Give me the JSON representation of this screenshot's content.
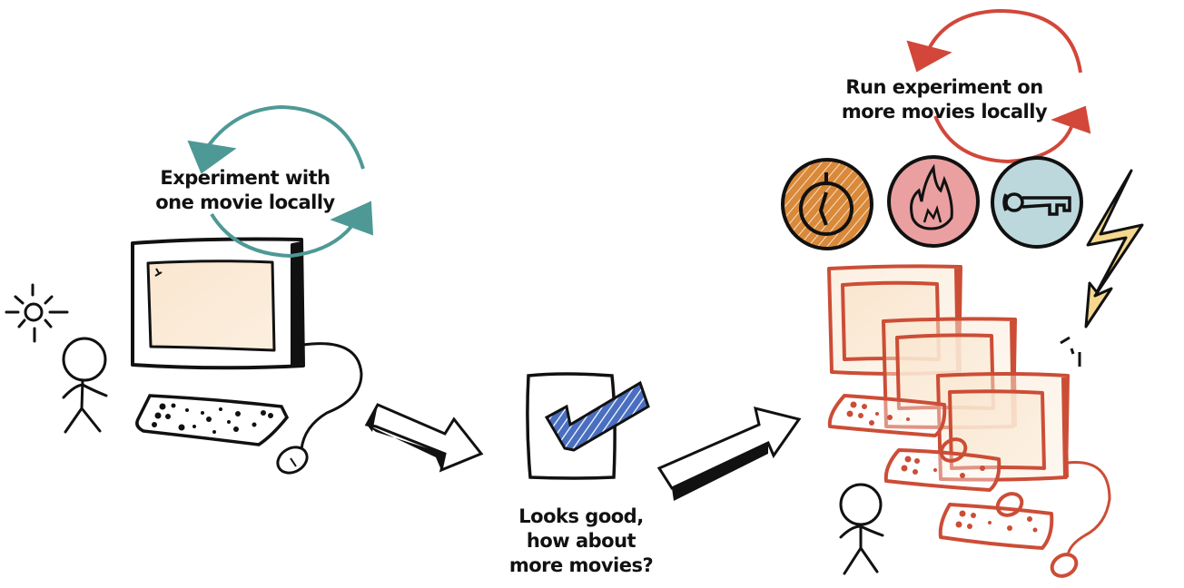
{
  "stage_left": {
    "caption_line1": "Experiment with",
    "caption_line2": "one movie locally",
    "loop_color": "#4e9996"
  },
  "stage_middle": {
    "caption_line1": "Looks good,",
    "caption_line2": "how about",
    "caption_line3": "more movies?",
    "check_color": "#4a6fc0"
  },
  "stage_right": {
    "caption_line1": "Run experiment on",
    "caption_line2": "more movies locally",
    "loop_color": "#d2473a",
    "computer_color": "#cc4d36",
    "icons": [
      {
        "name": "stopwatch",
        "fill": "#d9893a"
      },
      {
        "name": "fire",
        "fill": "#eaa0a0"
      },
      {
        "name": "key",
        "fill": "#bcd8dc"
      }
    ]
  },
  "colors": {
    "screen_fill": "#f8e3c8",
    "ink": "#111111",
    "lightning_fill": "#f5d88e"
  }
}
